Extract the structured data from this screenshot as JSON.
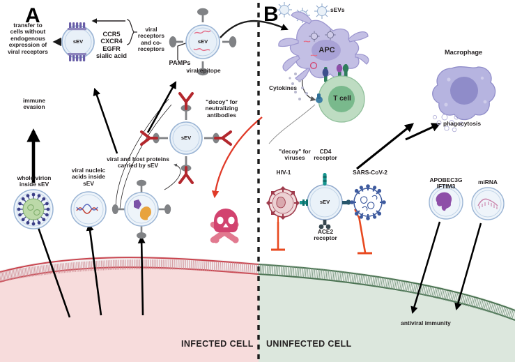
{
  "figure": {
    "panels": [
      {
        "id": "A",
        "letter": "A",
        "region": "left"
      },
      {
        "id": "B",
        "letter": "B",
        "region": "right"
      }
    ],
    "cell_regions": [
      {
        "name": "INFECTED CELL",
        "side": "left",
        "fill": "#f7dcdc",
        "membrane_head": "#c9454f"
      },
      {
        "name": "UNINFECTED CELL",
        "side": "right",
        "fill": "#dce7dd",
        "membrane_head": "#4b7352"
      }
    ],
    "divider": {
      "style": "dashed-vertical",
      "color": "#1a1a1a"
    }
  },
  "panel_a": {
    "letter": "A",
    "labels": {
      "transfer": "transfer to\ncells without\nendogenous\nexpression of\nviral receptors",
      "receptor_list": "CCR5\nCXCR4\nEGFR\nsialic acid",
      "receptor_bracket": "viral\nreceptors\nand co-\nreceptors",
      "pamps": "PAMPs",
      "viral_epitope": "viral epitope",
      "decoy_antibodies": "\"decoy\" for\nneutralizing\nantibodies",
      "immune_evasion": "immune\nevasion",
      "whole_virion": "whole virion\ninside sEV",
      "nucleic_acids": "viral nucleic\nacids inside\nsEV",
      "host_proteins": "viral and host proteins\ncarried by sEV",
      "sev": "sEV"
    },
    "icons": {
      "sev_receptors": "sev-with-receptors-icon",
      "sev_epitope": "sev-with-viral-epitope-icon",
      "sev_antibody": "sev-with-antibodies-icon",
      "sev_virion": "sev-containing-virion-icon",
      "sev_nucleic": "sev-containing-nucleic-acid-icon",
      "sev_protein": "sev-containing-proteins-icon",
      "skull": "skull-and-crossbones-icon"
    },
    "colors": {
      "sev_membrane": "#9ab4d4",
      "sev_fill": "#e8f0f8",
      "receptor_purple": "#6a5fa8",
      "antibody_red": "#b3272d",
      "spike_gray": "#808285",
      "epitope_pink": "#e36f8a",
      "skull_pink": "#d2436f",
      "death_arrow": "#e03a28",
      "virion_green": "#bcd9a8",
      "virion_spike": "#3b3f87",
      "protein_purple": "#7b52a8",
      "protein_orange": "#e8a33d"
    }
  },
  "panel_b": {
    "letter": "B",
    "labels": {
      "sevs": "sEVs",
      "apc": "APC",
      "cytokines": "Cytokines",
      "t_cell": "T cell",
      "macrophage": "Macrophage",
      "phagocytosis": "phagocytosis",
      "decoy_viruses": "\"decoy\" for\nviruses",
      "cd4_receptor": "CD4\nreceptor",
      "ace2_receptor": "ACE2\nreceptor",
      "hiv": "HIV-1",
      "sars": "SARS-CoV-2",
      "apobec": "APOBEC3G\nIFTIM3",
      "mirna": "miRNA",
      "antiviral_immunity": "antiviral immunity",
      "sev": "sEV"
    },
    "icons": {
      "apc": "antigen-presenting-cell-icon",
      "t_cell": "t-cell-icon",
      "macrophage": "macrophage-icon",
      "hiv": "hiv-1-virion-icon",
      "sars": "sars-cov-2-virion-icon",
      "sev_decoy": "sev-decoy-receptor-icon",
      "sev_apobec": "sev-containing-apobec3g-iftim3-icon",
      "sev_mirna": "sev-containing-mirna-icon",
      "inhibition": "inhibition-tbar-icon"
    },
    "colors": {
      "apc_fill": "#c3bfe4",
      "apc_nucleus": "#a9a2d6",
      "tcell_fill": "#bedcc2",
      "tcell_nucleus": "#79b98c",
      "macrophage_fill": "#b6b4e0",
      "macrophage_nucleus": "#8f8cc9",
      "mhc_green": "#2e7d5b",
      "tcr_teal": "#1f7a8c",
      "hiv_red": "#9e3a4b",
      "sars_blue": "#3d5a9e",
      "cd4_teal": "#17958f",
      "inhibition_red": "#e8491f",
      "apobec_purple": "#8e4fa8"
    }
  }
}
